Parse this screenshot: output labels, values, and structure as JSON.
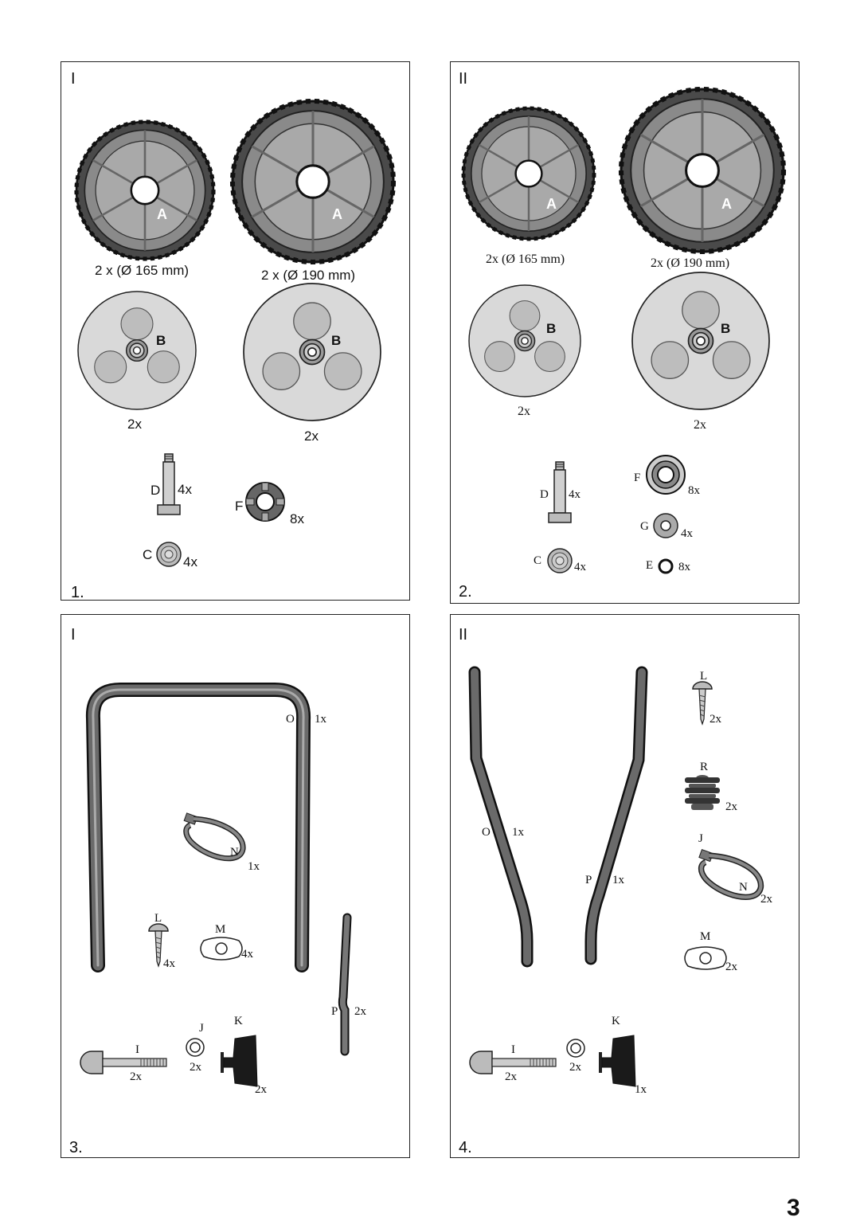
{
  "page": {
    "number": "3"
  },
  "panels": [
    {
      "roman": "I",
      "step": "1.",
      "labels": {
        "a1": "A",
        "a2": "A",
        "wheel_small": "2 x (Ø 165 mm)",
        "wheel_large": "2 x (Ø 190 mm)",
        "b1": "B",
        "b2": "B",
        "cap_small_qty": "2x",
        "cap_large_qty": "2x",
        "d": "D",
        "d_qty": "4x",
        "f": "F",
        "f_qty": "8x",
        "c": "C",
        "c_qty": "4x"
      }
    },
    {
      "roman": "II",
      "step": "2.",
      "labels": {
        "a1": "A",
        "a2": "A",
        "wheel_small": "2x (Ø 165 mm)",
        "wheel_large": "2x (Ø 190 mm)",
        "b1": "B",
        "b2": "B",
        "cap_small_qty": "2x",
        "cap_large_qty": "2x",
        "d": "D",
        "d_qty": "4x",
        "f": "F",
        "f_qty": "8x",
        "g": "G",
        "g_qty": "4x",
        "c": "C",
        "c_qty": "4x",
        "e": "E",
        "e_qty": "8x"
      }
    },
    {
      "roman": "I",
      "step": "3.",
      "labels": {
        "o": "O",
        "o_qty": "1x",
        "n": "N",
        "n_qty": "1x",
        "l": "L",
        "l_qty": "4x",
        "m": "M",
        "m_qty": "4x",
        "p": "P",
        "p_qty": "2x",
        "i": "I",
        "i_qty": "2x",
        "j": "J",
        "j_qty": "2x",
        "k": "K",
        "k_qty": "2x"
      }
    },
    {
      "roman": "II",
      "step": "4.",
      "labels": {
        "l": "L",
        "l_qty": "2x",
        "r": "R",
        "r_qty": "2x",
        "o": "O",
        "o_qty": "1x",
        "j": "J",
        "p": "P",
        "p_qty": "1x",
        "n": "N",
        "n_qty": "2x",
        "m": "M",
        "m_qty": "2x",
        "i": "I",
        "i_qty": "2x",
        "j2_qty": "2x",
        "k": "K",
        "k_qty": "1x"
      }
    }
  ]
}
